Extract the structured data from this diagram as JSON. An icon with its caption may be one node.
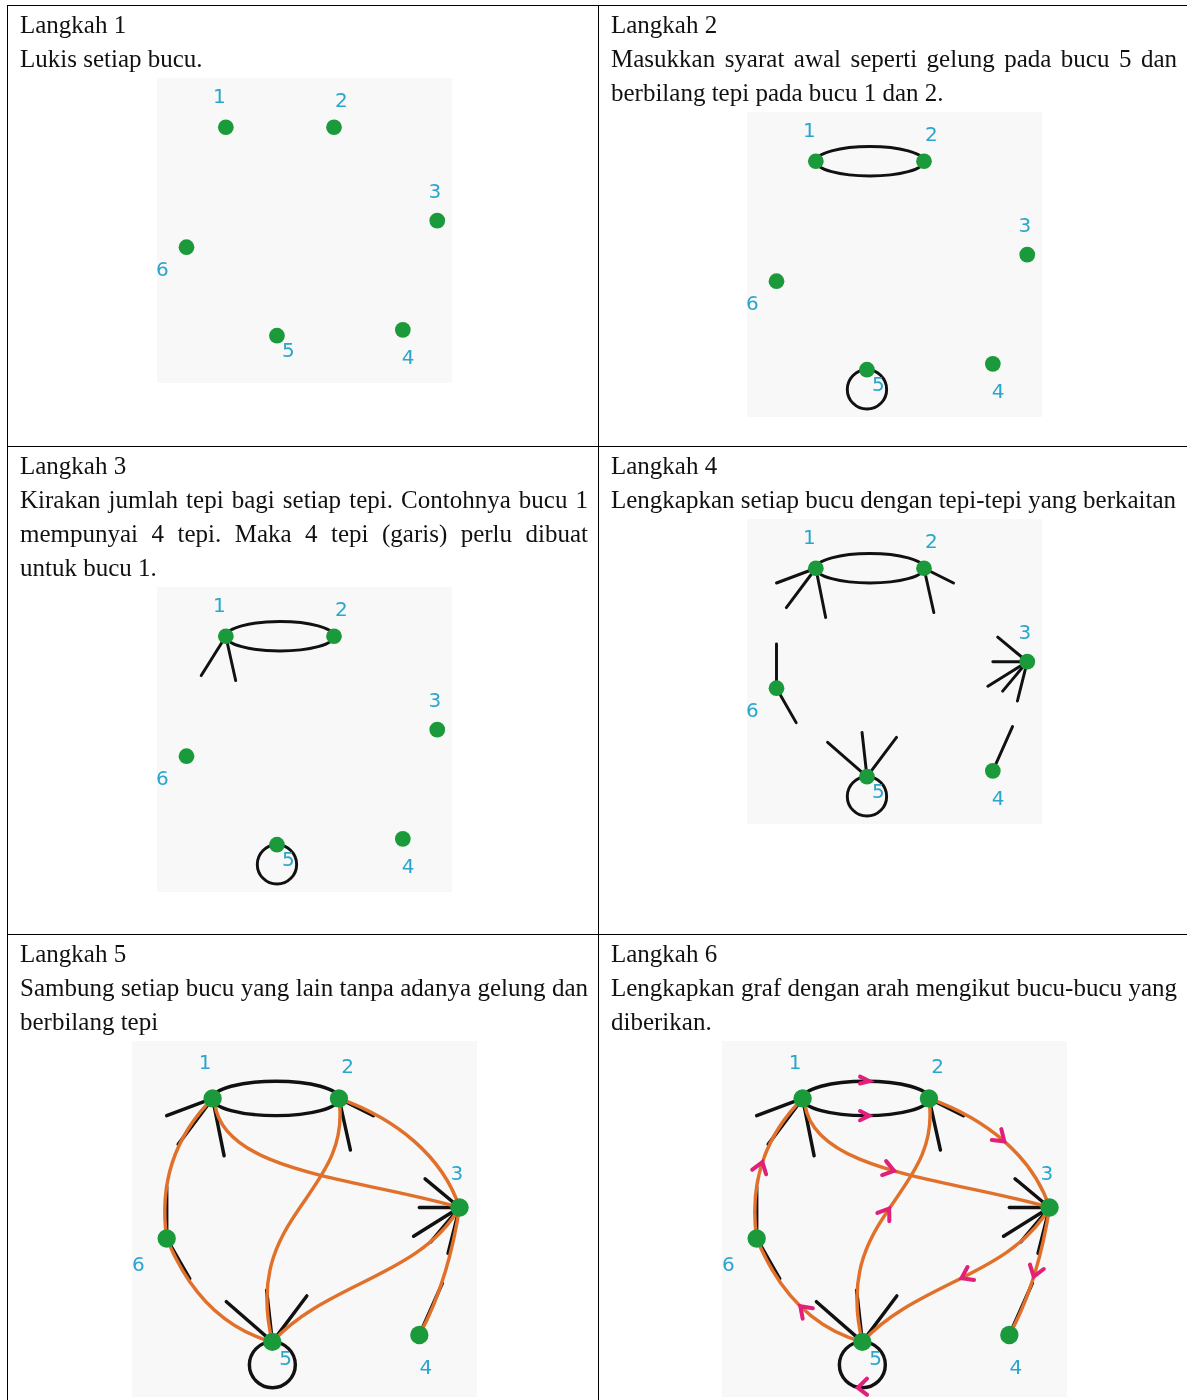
{
  "diagram": {
    "nodes": [
      {
        "text": [
          "Langkah 1",
          "Lukis setiap bucu."
        ]
      },
      {
        "text": [
          "Langkah 2",
          "Masukkan syarat awal seperti gelung pada bucu 5 dan berbilang tepi pada bucu 1 dan 2."
        ]
      },
      {
        "text": [
          "Langkah 3",
          "Kirakan jumlah tepi bagi setiap tepi. Contohnya bucu 1 mempunyai 4 tepi. Maka 4 tepi (garis) perlu dibuat untuk bucu 1."
        ]
      },
      {
        "text": [
          "Langkah 4",
          "Lengkapkan setiap bucu dengan tepi-tepi yang berkaitan"
        ]
      },
      {
        "text": [
          "Langkah 5",
          "Sambung setiap bucu yang lain tanpa adanya gelung dan berbilang tepi"
        ]
      },
      {
        "text": [
          "Langkah 6",
          "Lengkapkan graf dengan arah mengikut bucu-bucu yang diberikan."
        ]
      }
    ],
    "labels": [
      "1",
      "2",
      "3",
      "6",
      "5",
      "4",
      "1",
      "2",
      "3",
      "6",
      "5",
      "4",
      "1",
      "2",
      "3",
      "6",
      "5",
      "4",
      "1",
      "2",
      "3",
      "6",
      "5",
      "4",
      "1",
      "2",
      "3",
      "6",
      "5",
      "4",
      "1",
      "2",
      "3",
      "6",
      "5",
      "4"
    ]
  }
}
